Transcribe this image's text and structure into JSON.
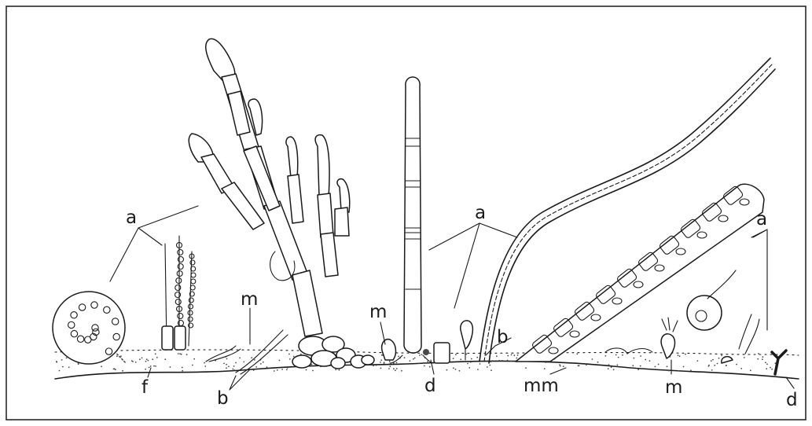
{
  "labels": {
    "a_coccoid": "a",
    "a_filament": "a",
    "a_diatom": "a",
    "f": "f",
    "m_left": "m",
    "b_left": "b",
    "m_mid": "m",
    "d_mid": "d",
    "b_mid": "b",
    "mm": "mm",
    "m_right": "m",
    "d_right": "d"
  },
  "colors": {
    "ink": "#1a1a1a",
    "paper": "#ffffff"
  }
}
